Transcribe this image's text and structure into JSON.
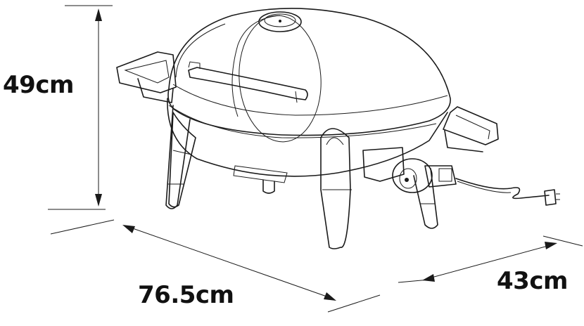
{
  "dimensions": {
    "height": "49cm",
    "width": "76.5cm",
    "depth": "43cm"
  },
  "colors": {
    "line": "#1a1a1a",
    "background": "#ffffff"
  }
}
